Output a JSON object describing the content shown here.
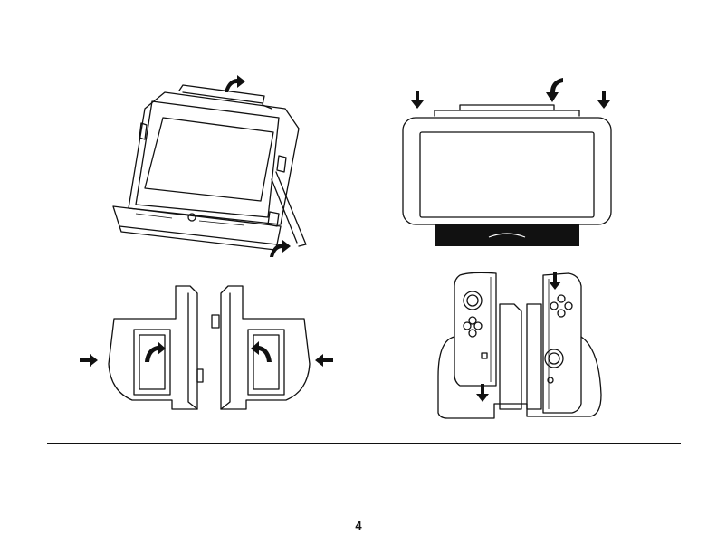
{
  "footer": {
    "page_number": "4"
  },
  "illustrations": [
    {
      "name": "stand-unfold-step",
      "icons": [
        "curved-arrow-icon",
        "curved-arrow-icon"
      ]
    },
    {
      "name": "console-insert-step",
      "icons": [
        "down-arrow-icon",
        "down-arrow-icon",
        "curved-arrow-icon"
      ]
    },
    {
      "name": "grip-assemble-step",
      "icons": [
        "right-arrow-icon",
        "left-arrow-icon",
        "curved-arrow-icon",
        "curved-arrow-icon"
      ]
    },
    {
      "name": "joycon-attach-step",
      "icons": [
        "down-arrow-icon",
        "down-arrow-icon"
      ]
    }
  ],
  "colors": {
    "line": "#111111",
    "background": "#ffffff"
  }
}
